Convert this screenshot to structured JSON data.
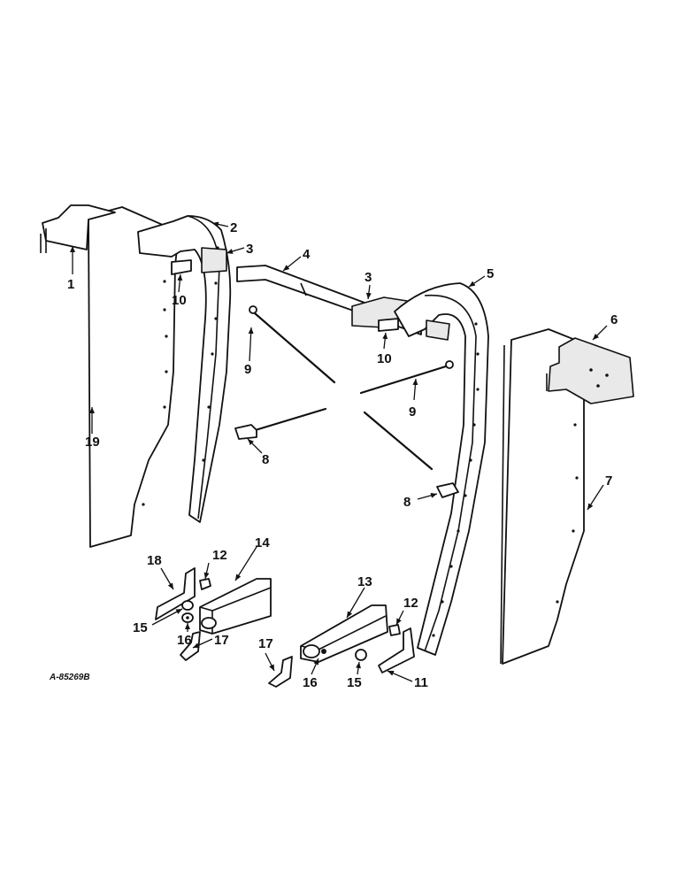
{
  "diagram": {
    "drawing_code": "A-85269B",
    "callouts": [
      "1",
      "2",
      "3",
      "3",
      "4",
      "5",
      "6",
      "7",
      "8",
      "8",
      "9",
      "9",
      "10",
      "10",
      "11",
      "12",
      "12",
      "13",
      "14",
      "15",
      "15",
      "16",
      "16",
      "17",
      "17",
      "18",
      "19"
    ]
  }
}
